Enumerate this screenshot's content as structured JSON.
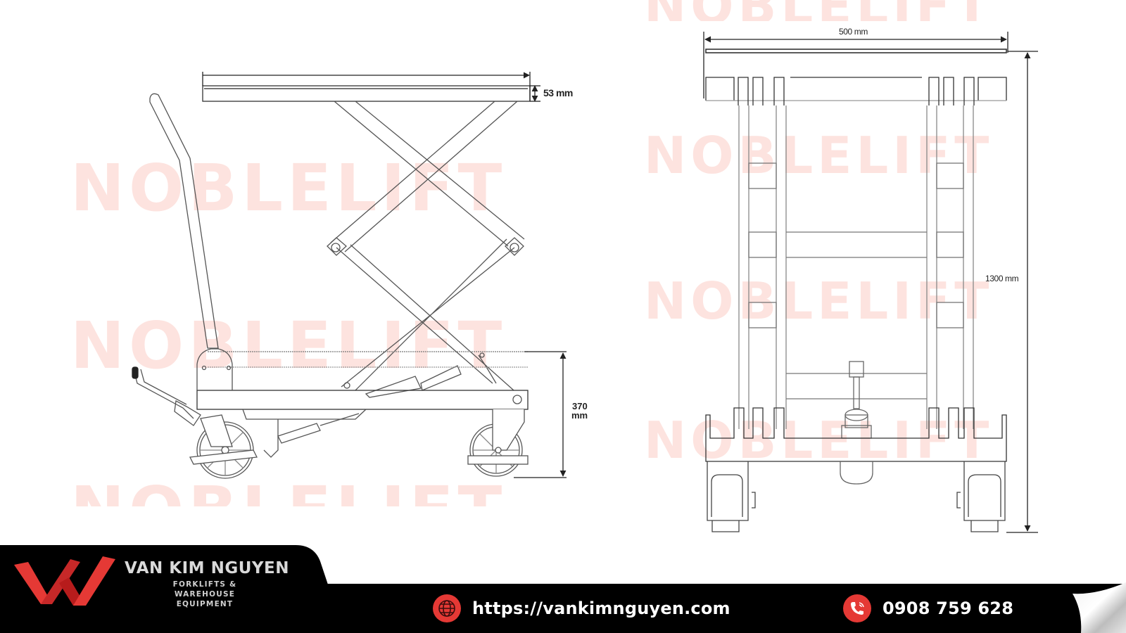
{
  "watermark": {
    "text": "NOBLELIFT",
    "color": "#fde3df"
  },
  "side_view": {
    "name": "Side elevation of double scissor lift table",
    "dimensions": {
      "platform_thickness": "53 mm",
      "lowered_height_value": "370",
      "lowered_height_unit": "mm"
    }
  },
  "front_view": {
    "name": "End/top elevation of lift table",
    "dimensions": {
      "platform_width": "500 mm",
      "overall_length": "1300 mm"
    }
  },
  "footer": {
    "logo_letters": "VKN",
    "brand_name": "VAN KIM NGUYEN",
    "tagline_line1": "FORKLIFTS & WAREHOUSE",
    "tagline_line2": "EQUIPMENT",
    "website_icon": "globe-www-icon",
    "website": "https://vankimnguyen.com",
    "phone_icon": "phone-icon",
    "phone": "0908 759 628",
    "accent_color": "#e53935",
    "band_color": "#000000"
  }
}
